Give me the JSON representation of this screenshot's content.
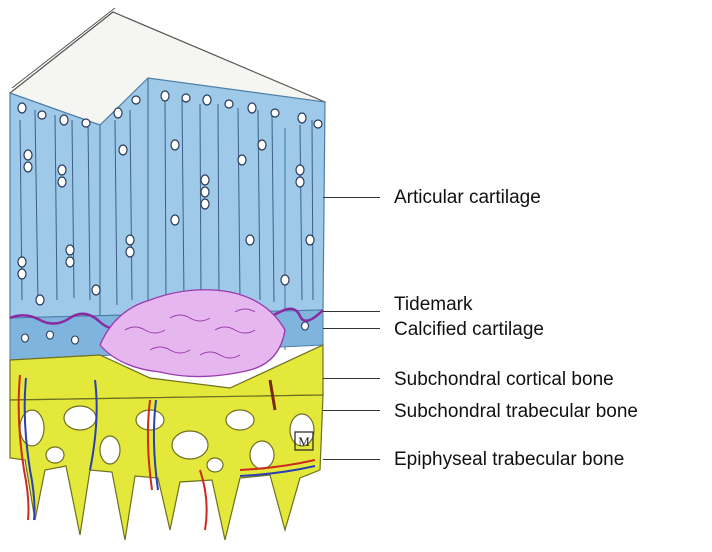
{
  "labels": {
    "articular_cartilage": "Articular cartilage",
    "tidemark": "Tidemark",
    "calcified_cartilage": "Calcified cartilage",
    "subchondral_cortical_bone": "Subchondral cortical bone",
    "subchondral_trabecular_bone": "Subchondral trabecular bone",
    "epiphyseal_trabecular_bone": "Epiphyseal trabecular bone"
  },
  "signature": "M",
  "colors": {
    "cartilage": "#9ec9e8",
    "cartilage_dark": "#6fa6d2",
    "cartilage_top": "#f5f5f2",
    "tidemark": "#8a2aa0",
    "calcified_patch": "#e6b6ee",
    "bone": "#e3e83a",
    "bone_outline": "#6d7020",
    "artery": "#cc2b1e",
    "vein": "#2a3fb0",
    "cell": "#2a3a55"
  }
}
